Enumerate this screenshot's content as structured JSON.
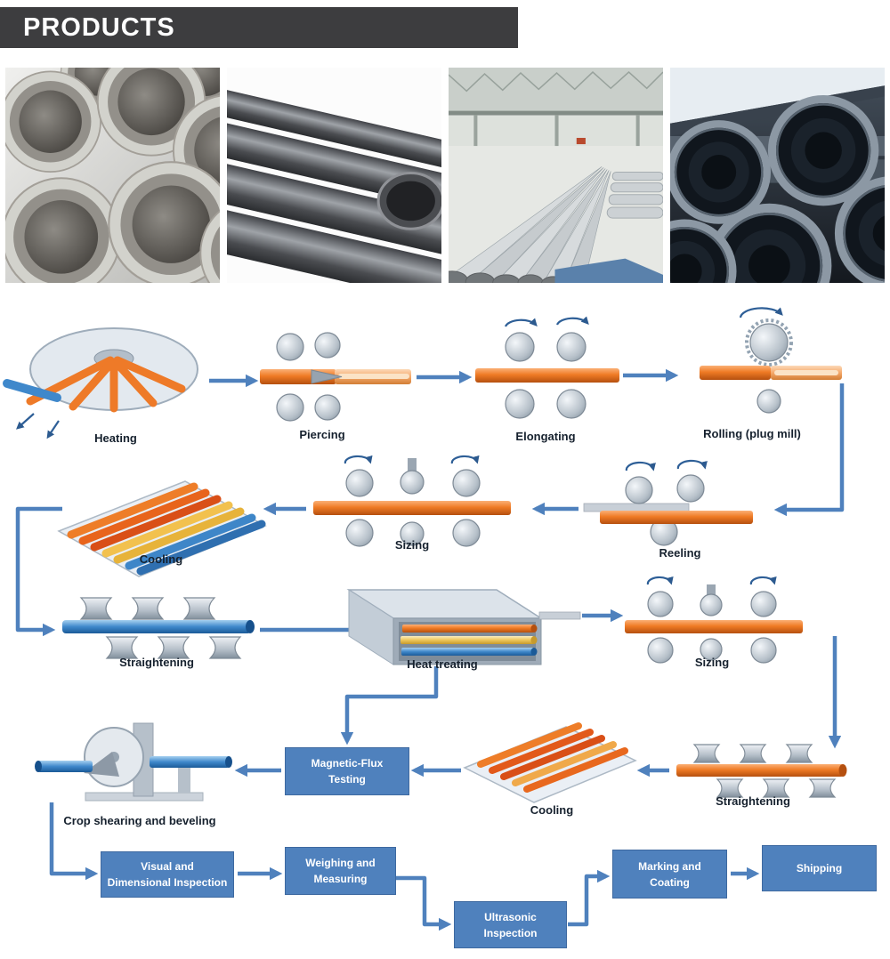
{
  "header": {
    "title": "PRODUCTS"
  },
  "process_flow": {
    "steps": [
      {
        "id": "heating",
        "label": "Heating"
      },
      {
        "id": "piercing",
        "label": "Piercing"
      },
      {
        "id": "elongating",
        "label": "Elongating"
      },
      {
        "id": "rolling-plug-mill",
        "label": "Rolling (plug mill)"
      },
      {
        "id": "reeling",
        "label": "Reeling"
      },
      {
        "id": "sizing-1",
        "label": "Sizing"
      },
      {
        "id": "cooling-1",
        "label": "Cooling"
      },
      {
        "id": "straightening-1",
        "label": "Straightening"
      },
      {
        "id": "heat-treating",
        "label": "Heat treating"
      },
      {
        "id": "sizing-2",
        "label": "Sizing"
      },
      {
        "id": "straightening-2",
        "label": "Straightening"
      },
      {
        "id": "cooling-2",
        "label": "Cooling"
      },
      {
        "id": "crop-shearing",
        "label": "Crop shearing and beveling"
      }
    ],
    "stations": [
      {
        "id": "magnetic-flux-testing",
        "label": "Magnetic-Flux\nTesting"
      },
      {
        "id": "visual-dimensional-inspection",
        "label": "Visual and\nDimensional Inspection"
      },
      {
        "id": "weighing-measuring",
        "label": "Weighing and\nMeasuring"
      },
      {
        "id": "ultrasonic-inspection",
        "label": "Ultrasonic\nInspection"
      },
      {
        "id": "marking-coating",
        "label": "Marking and\nCoating"
      },
      {
        "id": "shipping",
        "label": "Shipping"
      }
    ]
  },
  "theme": {
    "header_bg": "#3d3d3f",
    "header_text": "#ffffff",
    "arrow": "#4f81bd",
    "station_bg": "#4f81bd",
    "station_text": "#ffffff",
    "label_text": "#16212e"
  }
}
